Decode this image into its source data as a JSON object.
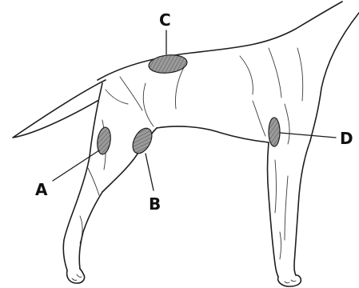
{
  "labels": {
    "a": "A",
    "b": "B",
    "c": "C",
    "d": "D"
  },
  "colors": {
    "background": "#ffffff",
    "ink": "#1e1e1e",
    "site_fill": "#8a8a8a"
  }
}
